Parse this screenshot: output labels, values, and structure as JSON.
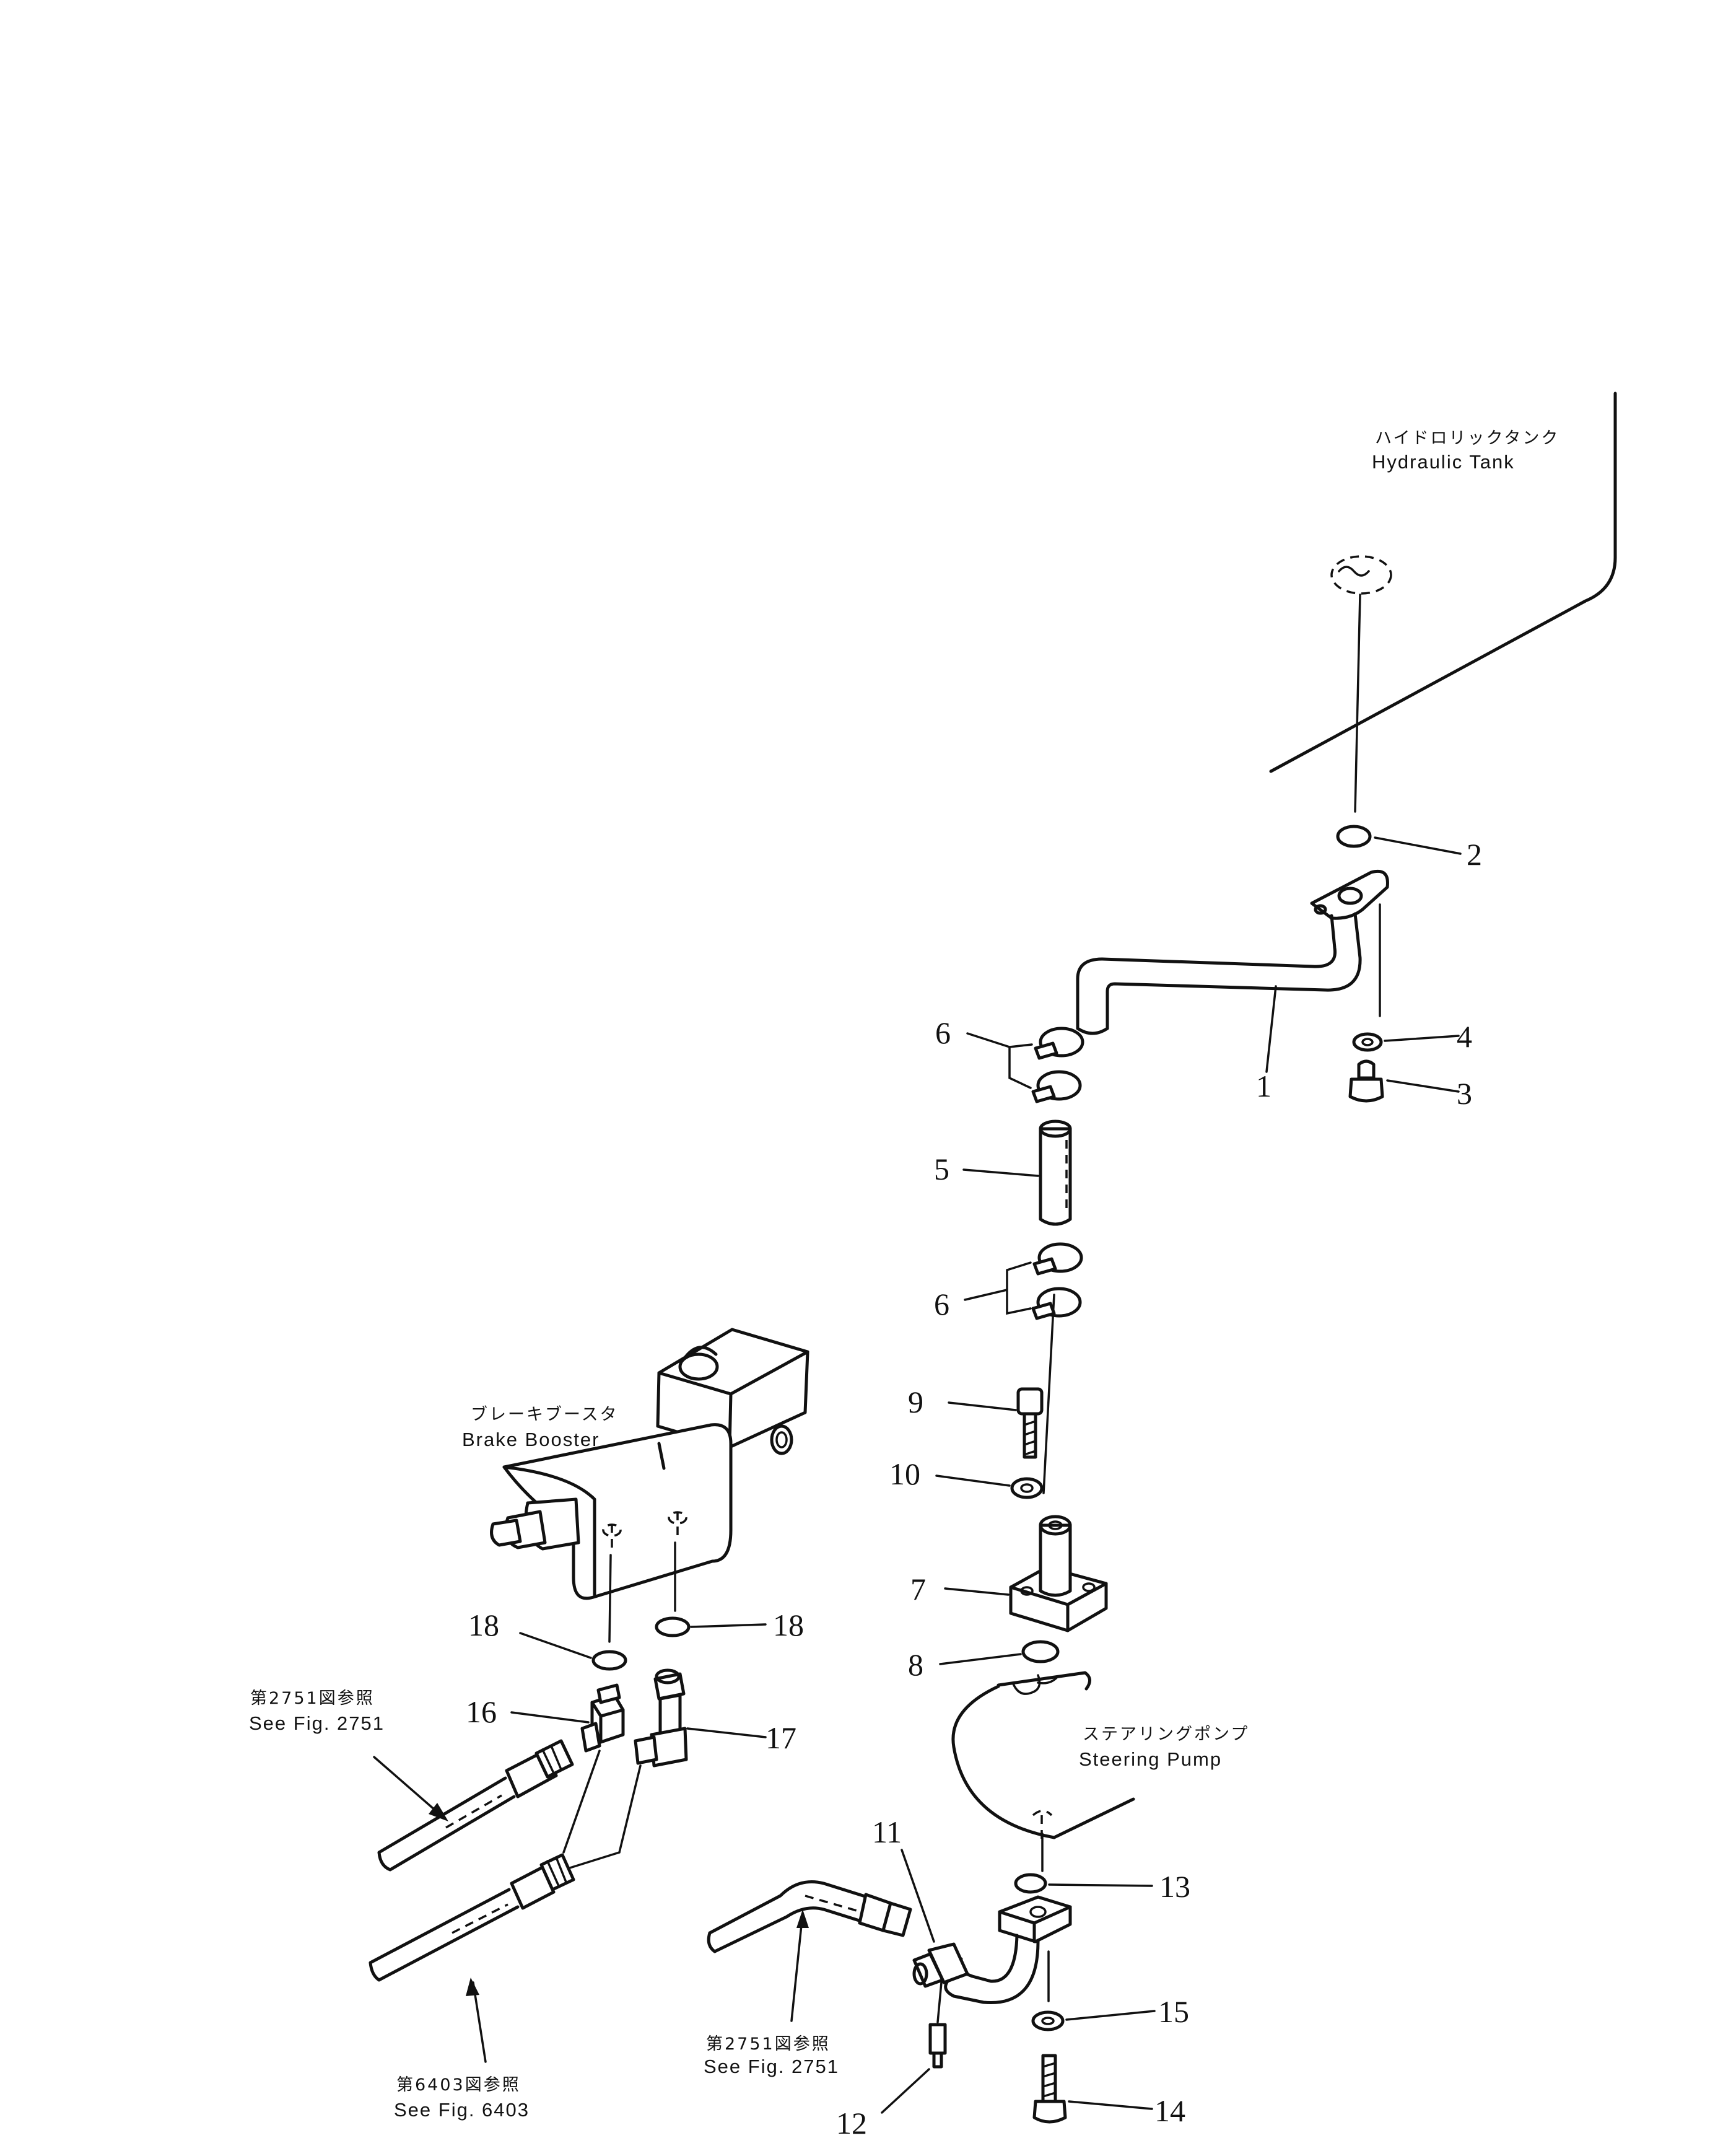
{
  "callouts": {
    "n1": "1",
    "n2": "2",
    "n3": "3",
    "n4": "4",
    "n5": "5",
    "n6a": "6",
    "n6b": "6",
    "n7": "7",
    "n8": "8",
    "n9": "9",
    "n10": "10",
    "n11": "11",
    "n12": "12",
    "n13": "13",
    "n14": "14",
    "n15": "15",
    "n16": "16",
    "n17": "17",
    "n18a": "18",
    "n18b": "18"
  },
  "labels": {
    "hydraulic_tank_jp": "ハイドロリックタンク",
    "hydraulic_tank_en": "Hydraulic  Tank",
    "brake_booster_jp": "ブレーキブースタ",
    "brake_booster_en": "Brake  Booster",
    "steering_pump_jp": "ステアリングポンプ",
    "steering_pump_en": "Steering  Pump",
    "see_2751_a_jp": "第2751図参照",
    "see_2751_a_en": "See  Fig.  2751",
    "see_6403_jp": "第6403図参照",
    "see_6403_en": "See  Fig.  6403",
    "see_2751_b_jp": "第2751図参照",
    "see_2751_b_en": "See  Fig.  2751"
  }
}
